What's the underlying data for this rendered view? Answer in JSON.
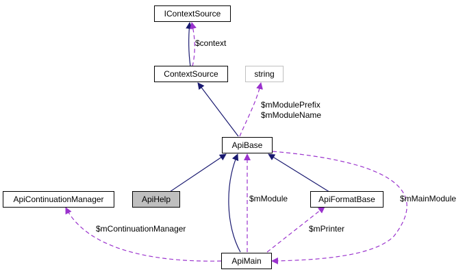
{
  "nodes": {
    "icontextsource": "IContextSource",
    "contextsource": "ContextSource",
    "string": "string",
    "apibase": "ApiBase",
    "apicontinuationmanager": "ApiContinuationManager",
    "apihelp": "ApiHelp",
    "apiformatbase": "ApiFormatBase",
    "apimain": "ApiMain"
  },
  "edge_labels": {
    "context": "$context",
    "module_prefix": "$mModulePrefix",
    "module_name": "$mModuleName",
    "module": "$mModule",
    "main_module": "$mMainModule",
    "continuation_manager": "$mContinuationManager",
    "printer": "$mPrinter"
  },
  "colors": {
    "inheritance": "#191970",
    "usage": "#9a32cd",
    "current_fill": "#bfbfbf",
    "external_border": "#bfbfbf"
  }
}
